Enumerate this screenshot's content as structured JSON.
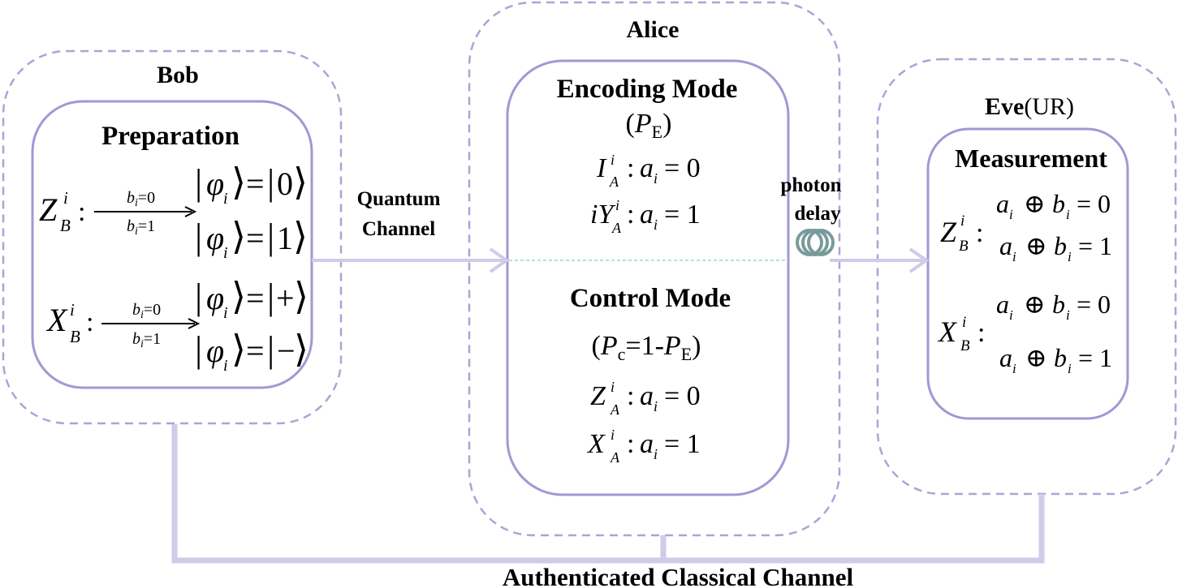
{
  "parties": {
    "bob": {
      "title": "Bob",
      "box_title": "Preparation",
      "z_basis": {
        "label": "Z",
        "sup": "i",
        "sub": "B",
        "bit0": "b",
        "bit0_sub": "i",
        "bit0_val": "=0",
        "bit1": "b",
        "bit1_sub": "i",
        "bit1_val": "=1",
        "state0_val": "0",
        "state1_val": "1"
      },
      "x_basis": {
        "label": "X",
        "sup": "i",
        "sub": "B",
        "bit0": "b",
        "bit0_sub": "i",
        "bit0_val": "=0",
        "bit1": "b",
        "bit1_sub": "i",
        "bit1_val": "=1",
        "state0_val": "+",
        "state1_val": "−"
      },
      "state_symbol": "φ",
      "state_sub": "i"
    },
    "alice": {
      "title": "Alice",
      "encoding": {
        "title": "Encoding Mode",
        "prob_open": "(",
        "prob_p": "P",
        "prob_sub": "E",
        "prob_close": ")",
        "op1": {
          "prefix": "",
          "op": "I",
          "sup": "i",
          "sub": "A",
          "a": "a",
          "a_sub": "i",
          "rhs": "= 0"
        },
        "op2": {
          "prefix": "i",
          "op": "Y",
          "sup": "i",
          "sub": "A",
          "a": "a",
          "a_sub": "i",
          "rhs": "= 1"
        }
      },
      "control": {
        "title": "Control Mode",
        "prob_open": "(",
        "prob_p1": "P",
        "prob_sub1": "c",
        "prob_mid": "=1-",
        "prob_p2": "P",
        "prob_sub2": "E",
        "prob_close": ")",
        "op1": {
          "op": "Z",
          "sup": "i",
          "sub": "A",
          "a": "a",
          "a_sub": "i",
          "rhs": "= 0"
        },
        "op2": {
          "op": "X",
          "sup": "i",
          "sub": "A",
          "a": "a",
          "a_sub": "i",
          "rhs": "= 1"
        }
      }
    },
    "eve": {
      "title_bold": "Eve",
      "title_rest": "(UR)",
      "box_title": "Measurement",
      "z_basis": {
        "label": "Z",
        "sup": "i",
        "sub": "B"
      },
      "x_basis": {
        "label": "X",
        "sup": "i",
        "sub": "B"
      },
      "xor_a": "a",
      "xor_a_sub": "i",
      "xor_op": "⊕",
      "xor_b": "b",
      "xor_b_sub": "i",
      "rhs0": "= 0",
      "rhs1": "= 1"
    }
  },
  "channels": {
    "quantum_line1": "Quantum",
    "quantum_line2": "Channel",
    "photon_line1": "photon",
    "photon_line2": "delay",
    "classical": "Authenticated Classical Channel"
  },
  "colors": {
    "frame": "#a8a6d6",
    "inner_frame": "#9d9ad4",
    "channel": "#cfcbe8",
    "delay_coil": "#789a9a",
    "divider": "#9fd4d8"
  }
}
